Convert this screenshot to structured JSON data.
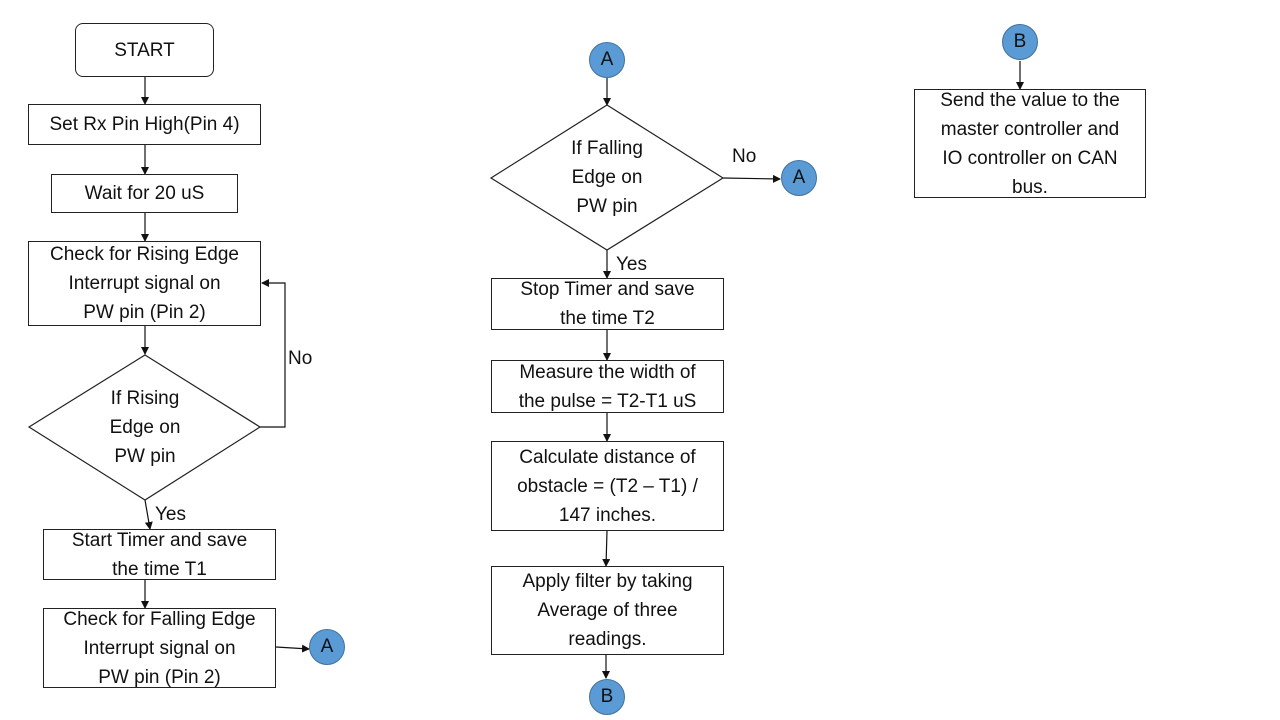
{
  "flow1": {
    "start": "START",
    "set_rx": "Set Rx Pin High(Pin 4)",
    "wait": "Wait for 20 uS",
    "check_rising": "Check for Rising Edge\nInterrupt signal on\nPW pin (Pin 2)",
    "if_rising": "If Rising\nEdge on\nPW pin",
    "no_label": "No",
    "yes_label": "Yes",
    "start_timer": "Start Timer and save\nthe time T1",
    "check_falling": "Check for Falling Edge\nInterrupt signal on\nPW pin (Pin 2)",
    "connector_a": "A"
  },
  "flow2": {
    "connector_a_top": "A",
    "if_falling": "If Falling\nEdge on\nPW pin",
    "no_label": "No",
    "connector_a_right": "A",
    "yes_label": "Yes",
    "stop_timer": "Stop Timer and save\nthe time T2",
    "measure": "Measure the width of\nthe pulse = T2-T1 uS",
    "calculate": "Calculate distance of\nobstacle = (T2 – T1) /\n147 inches.",
    "filter": "Apply filter by taking\nAverage of three\nreadings.",
    "connector_b": "B"
  },
  "flow3": {
    "connector_b": "B",
    "send": "Send the value to the\nmaster controller and\nIO controller on CAN\nbus."
  }
}
